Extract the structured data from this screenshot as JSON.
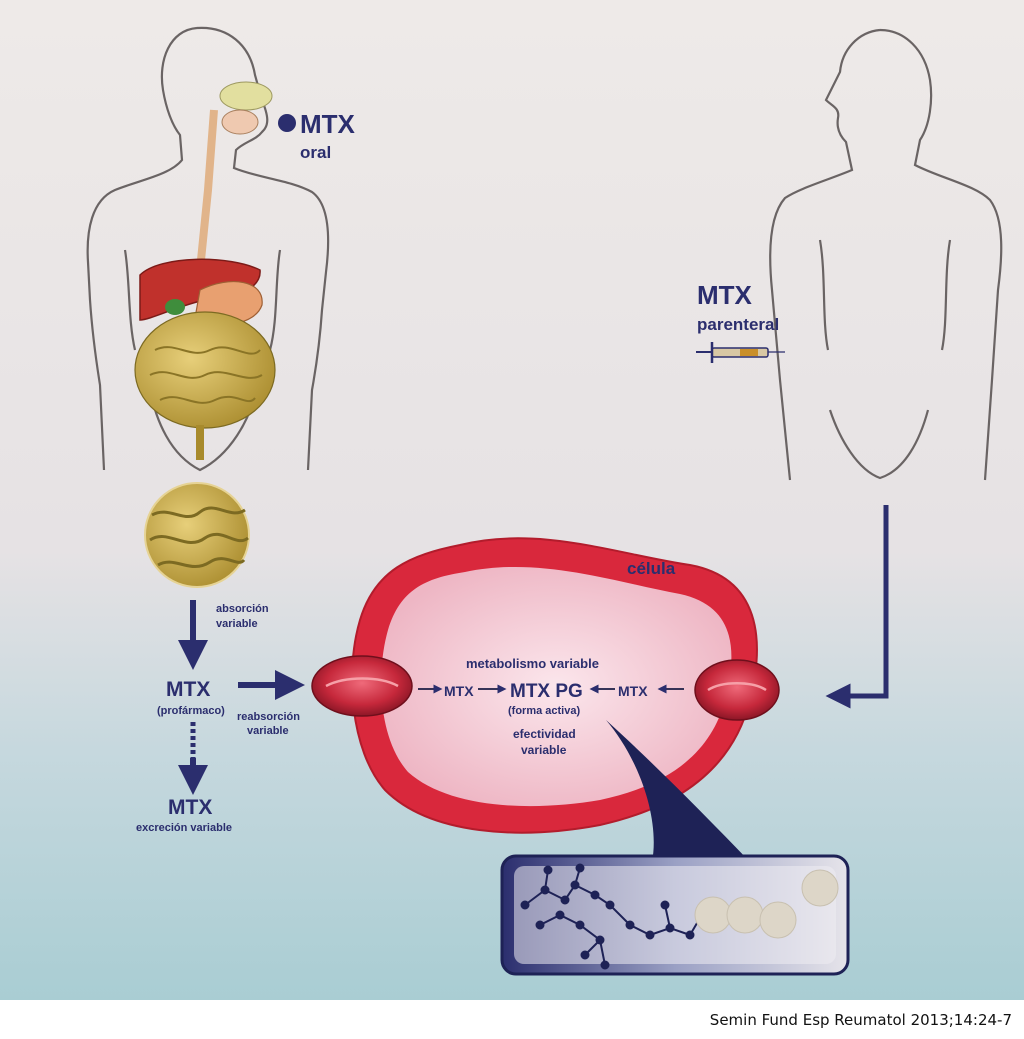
{
  "diagram": {
    "oral_route": {
      "drug": "MTX",
      "route": "oral"
    },
    "parenteral_route": {
      "drug": "MTX",
      "route": "parenteral"
    },
    "absorption_label": [
      "absorción",
      "variable"
    ],
    "prodrug": {
      "drug": "MTX",
      "note": "(profármaco)"
    },
    "reabsorption_label": [
      "reabsorción",
      "variable"
    ],
    "excretion": {
      "drug": "MTX",
      "note": "excreción variable"
    },
    "cell": {
      "title": "célula",
      "metabolism": "metabolismo variable",
      "mtx_in_left": "MTX",
      "mtx_pg": "MTX PG",
      "active_form": "(forma activa)",
      "mtx_in_right": "MTX",
      "effectiveness": [
        "efectividad",
        "variable"
      ]
    },
    "colors": {
      "cell_membrane": "#d9283c",
      "cell_interior": "#f4c9d3",
      "arrow": "#2b2e6e",
      "liver": "#c0312c",
      "intestine": "#c9b04a"
    }
  },
  "citation": "Semin Fund Esp Reumatol 2013;14:24-7"
}
